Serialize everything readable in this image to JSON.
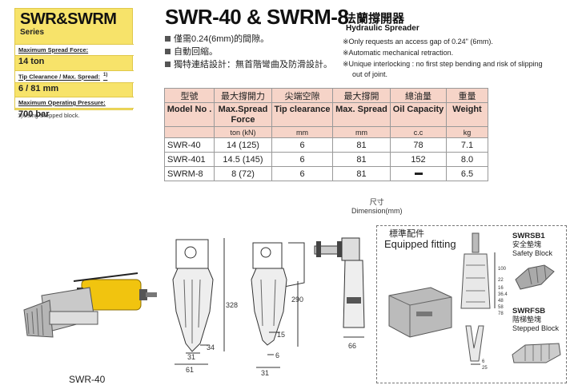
{
  "sidebar": {
    "title": "SWR&SWRM",
    "series": "Series",
    "specs": [
      {
        "label": "Maximum Spread Force:",
        "value": "14 ton",
        "sup": ""
      },
      {
        "label": "Tip Clearance / Max. Spread:",
        "value": "6 / 81 mm",
        "sup": "1)"
      },
      {
        "label": "Maximum Operating Pressure:",
        "value": "700 bar",
        "sup": ""
      }
    ],
    "footnote": "1)Using Stepped block."
  },
  "header": {
    "title": "SWR-40 & SWRM-8",
    "title_cn": "法蘭撐開器",
    "title_en": "Hydraulic Spreader",
    "features_cn": [
      "僅需0.24(6mm)的間隙。",
      "自動回縮。",
      "獨特連結設計：無首階彎曲及防滑設計。"
    ],
    "features_en": [
      "※Only requests an access gap of 0.24\" (6mm).",
      "※Automatic mechanical retraction.",
      "※Unique interlocking : no first step bending and risk of slipping",
      "out of joint."
    ]
  },
  "table": {
    "headers_cn": [
      "型號",
      "最大撐開力",
      "尖端空隙",
      "最大撐開",
      "總油量",
      "重量"
    ],
    "headers_en": [
      "Model No .",
      "Max.Spread Force",
      "Tip clearance",
      "Max. Spread",
      "Oil Capacity",
      "Weight"
    ],
    "units": [
      "",
      "ton (kN)",
      "mm",
      "mm",
      "c.c",
      "kg"
    ],
    "rows": [
      [
        "SWR-40",
        "14 (125)",
        "6",
        "81",
        "78",
        "7.1"
      ],
      [
        "SWR-401",
        "14.5 (145)",
        "6",
        "81",
        "152",
        "8.0"
      ],
      [
        "SWRM-8",
        "8 (72)",
        "6",
        "81",
        "",
        "6.5"
      ]
    ]
  },
  "dimension": {
    "cn": "尺寸",
    "en": "Dimension(mm)"
  },
  "drawing_labels": {
    "d328": "328",
    "d34": "34",
    "d31a": "31",
    "d61": "61",
    "d290": "290",
    "d15": "15",
    "d6": "6",
    "d31b": "31",
    "d66": "66"
  },
  "accessories": {
    "title_cn": "標準配件",
    "title_en": "Equipped fitting",
    "block1": {
      "code": "SWRSB1",
      "cn": "安全墊塊",
      "en": "Safety Block"
    },
    "block2": {
      "code": "SWRFSB",
      "cn": "階梯墊塊",
      "en": "Stepped Block"
    },
    "dims": [
      "100",
      "22",
      "16",
      "36.4",
      "48",
      "58",
      "78",
      "6",
      "25"
    ]
  },
  "photo_caption": "SWR-40"
}
